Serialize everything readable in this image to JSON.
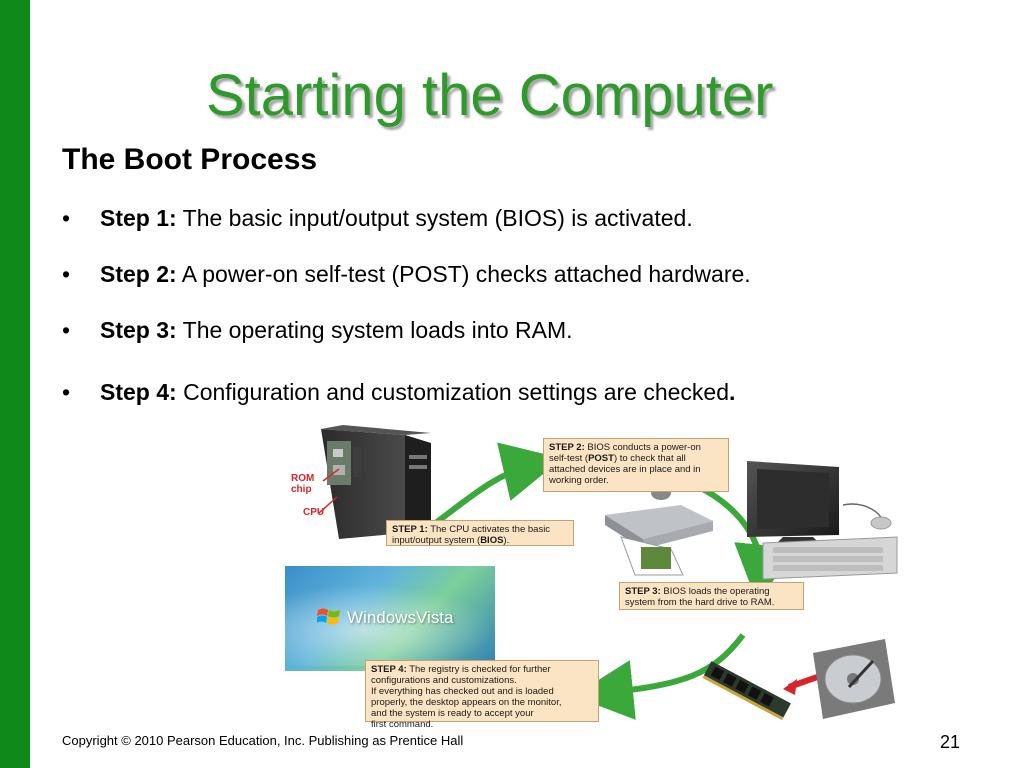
{
  "slide": {
    "title": "Starting the Computer",
    "subtitle": "The Boot Process",
    "bullet_char": "•",
    "steps": [
      {
        "label": "Step 1:",
        "text": " The basic input/output system (BIOS) is activated.",
        "end": ""
      },
      {
        "label": "Step 2:",
        "text": " A power-on self-test (POST) checks attached hardware.",
        "end": ""
      },
      {
        "label": "Step 3:",
        "text": " The operating system loads into RAM.",
        "end": ""
      },
      {
        "label": "Step 4:",
        "text": " Configuration and customization settings are checked",
        "end": "."
      }
    ],
    "footer": "Copyright © 2010 Pearson Education, Inc. Publishing as Prentice Hall",
    "page_number": "21"
  },
  "figure": {
    "rom_label_1": "ROM",
    "rom_label_2": "chip",
    "cpu_label": "CPU",
    "step1_callout": {
      "label": "STEP 1:",
      "line1": " The CPU activates the basic",
      "line2": "input/output system (",
      "bios": "BIOS",
      "line2_end": ")."
    },
    "step2_callout": {
      "label": "STEP 2:",
      "line1": " BIOS conducts a power-on",
      "line2_a": "self-test (",
      "post": "POST",
      "line2_b": ") to check that all",
      "line3": "attached devices are in place and in",
      "line4": "working order."
    },
    "step3_callout": {
      "label": "STEP 3:",
      "line1": " BIOS loads the operating",
      "line2": "system from the hard drive to RAM."
    },
    "step4_callout": {
      "label": "STEP 4:",
      "line1": " The registry is checked for further",
      "line2": "configurations and customizations.",
      "line3": "If everything has checked out and is loaded",
      "line4": "properly, the desktop appears on the monitor,",
      "line5": "and the system is ready to accept your",
      "line6": "first command."
    },
    "vista_text": "WindowsVista",
    "colors": {
      "green_bar": "#0f8a1a",
      "title_green": "#2f9a2c",
      "callout_bg": "#fbe4c3",
      "arrow_green": "#3aa83a",
      "label_red": "#d7262b"
    }
  }
}
